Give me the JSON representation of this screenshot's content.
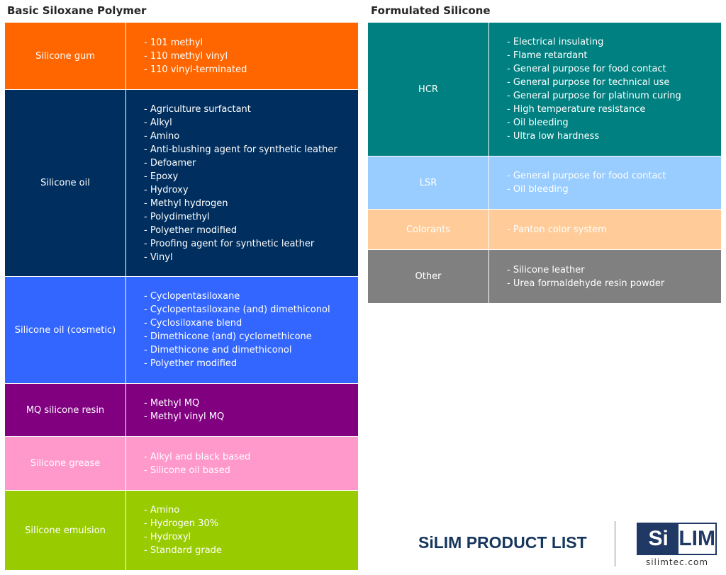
{
  "left_title": "Basic Siloxane Polymer",
  "right_title": "Formulated Silicone",
  "left_rows": [
    {
      "category": "Silicone gum",
      "color": "#ff6600",
      "items": [
        "- 101 methyl",
        "- 110 methyl vinyl",
        "- 110 vinyl-terminated"
      ]
    },
    {
      "category": "Silicone oil",
      "color": "#002f5f",
      "items": [
        "- Agriculture surfactant",
        "- Alkyl",
        "- Amino",
        "- Anti-blushing agent for synthetic leather",
        "- Defoamer",
        "- Epoxy",
        "- Hydroxy",
        "- Methyl hydrogen",
        "- Polydimethyl",
        "- Polyether modified",
        "- Proofing agent for synthetic leather",
        "- Vinyl"
      ]
    },
    {
      "category": "Silicone oil (cosmetic)",
      "color": "#3366ff",
      "items": [
        "- Cyclopentasiloxane",
        "- Cyclopentasiloxane (and) dimethiconol",
        "- Cyclosiloxane blend",
        "- Dimethicone (and) cyclomethicone",
        "- Dimethicone and dimethiconol",
        "- Polyether modified"
      ]
    },
    {
      "category": "MQ silicone resin",
      "color": "#800080",
      "items": [
        "- Methyl MQ",
        "- Methyl vinyl MQ"
      ]
    },
    {
      "category": "Silicone grease",
      "color": "#ff99cc",
      "items": [
        "- Alkyl and black based",
        "- Silicone oil based"
      ]
    },
    {
      "category": "Silicone emulsion",
      "color": "#99cc00",
      "items": [
        "- Amino",
        "- Hydrogen 30%",
        "- Hydroxyl",
        "- Standard grade"
      ]
    }
  ],
  "right_rows": [
    {
      "category": "HCR",
      "color": "#008080",
      "items": [
        "- Electrical insulating",
        "- Flame retardant",
        "- General purpose for food contact",
        "- General purpose for technical use",
        "- General purpose for platinum curing",
        "- High temperature resistance",
        "- Oil bleeding",
        "- Ultra low hardness"
      ]
    },
    {
      "category": "LSR",
      "color": "#99ccff",
      "items": [
        "- General purpose for food contact",
        "- Oil bleeding"
      ]
    },
    {
      "category": "Colorants",
      "color": "#ffcc99",
      "items": [
        "- Panton color system"
      ]
    },
    {
      "category": "Other",
      "color": "#808080",
      "items": [
        "- Silicone leather",
        "- Urea formaldehyde resin powder"
      ]
    }
  ],
  "footer": {
    "title": "SiLIM PRODUCT LIST",
    "logo_left": "Si",
    "logo_right": "LIM",
    "website": "silimtec.com"
  }
}
